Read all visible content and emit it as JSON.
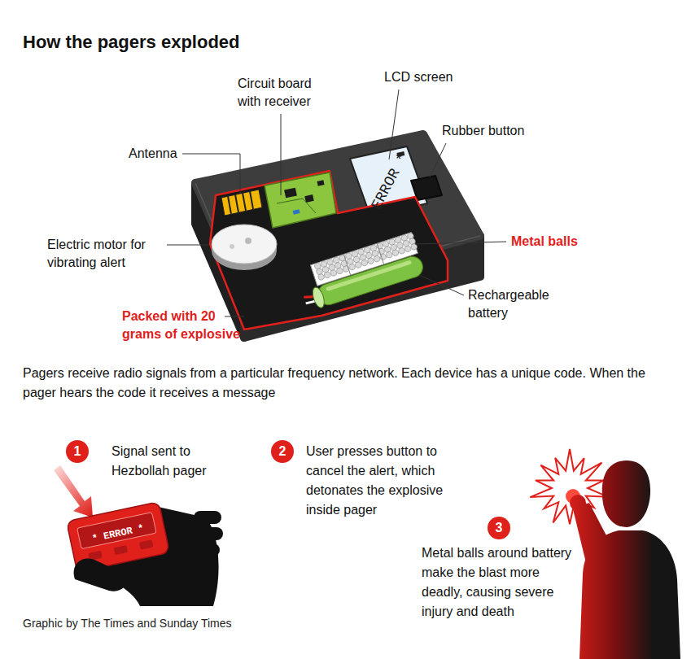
{
  "diagram": {
    "title": "How the pagers exploded",
    "caption": "Graphic by The Times and Sunday Times",
    "nodes": [
      {
        "text": [
          "1",
          "Signal sent to Hezbollah pager"
        ]
      },
      {
        "text": [
          "2",
          "User presses button to cancel the alert, which detonates the explosive inside pager"
        ]
      },
      {
        "text": [
          "3",
          "Metal balls around battery make the blast more deadly, causing severe injury and death"
        ]
      }
    ],
    "labels": [
      "Circuit board with receiver",
      "LCD screen",
      "Rubber button",
      "Antenna",
      "ERROR *",
      "Metal balls",
      "Electric motor for vibrating alert",
      "Rechargeable battery",
      "Packed with 20 grams of explosive",
      "Pagers receive radio signals from a particular frequency network. Each device has a unique code. When the pager hears the code it receives a message",
      "* ERROR *"
    ]
  }
}
